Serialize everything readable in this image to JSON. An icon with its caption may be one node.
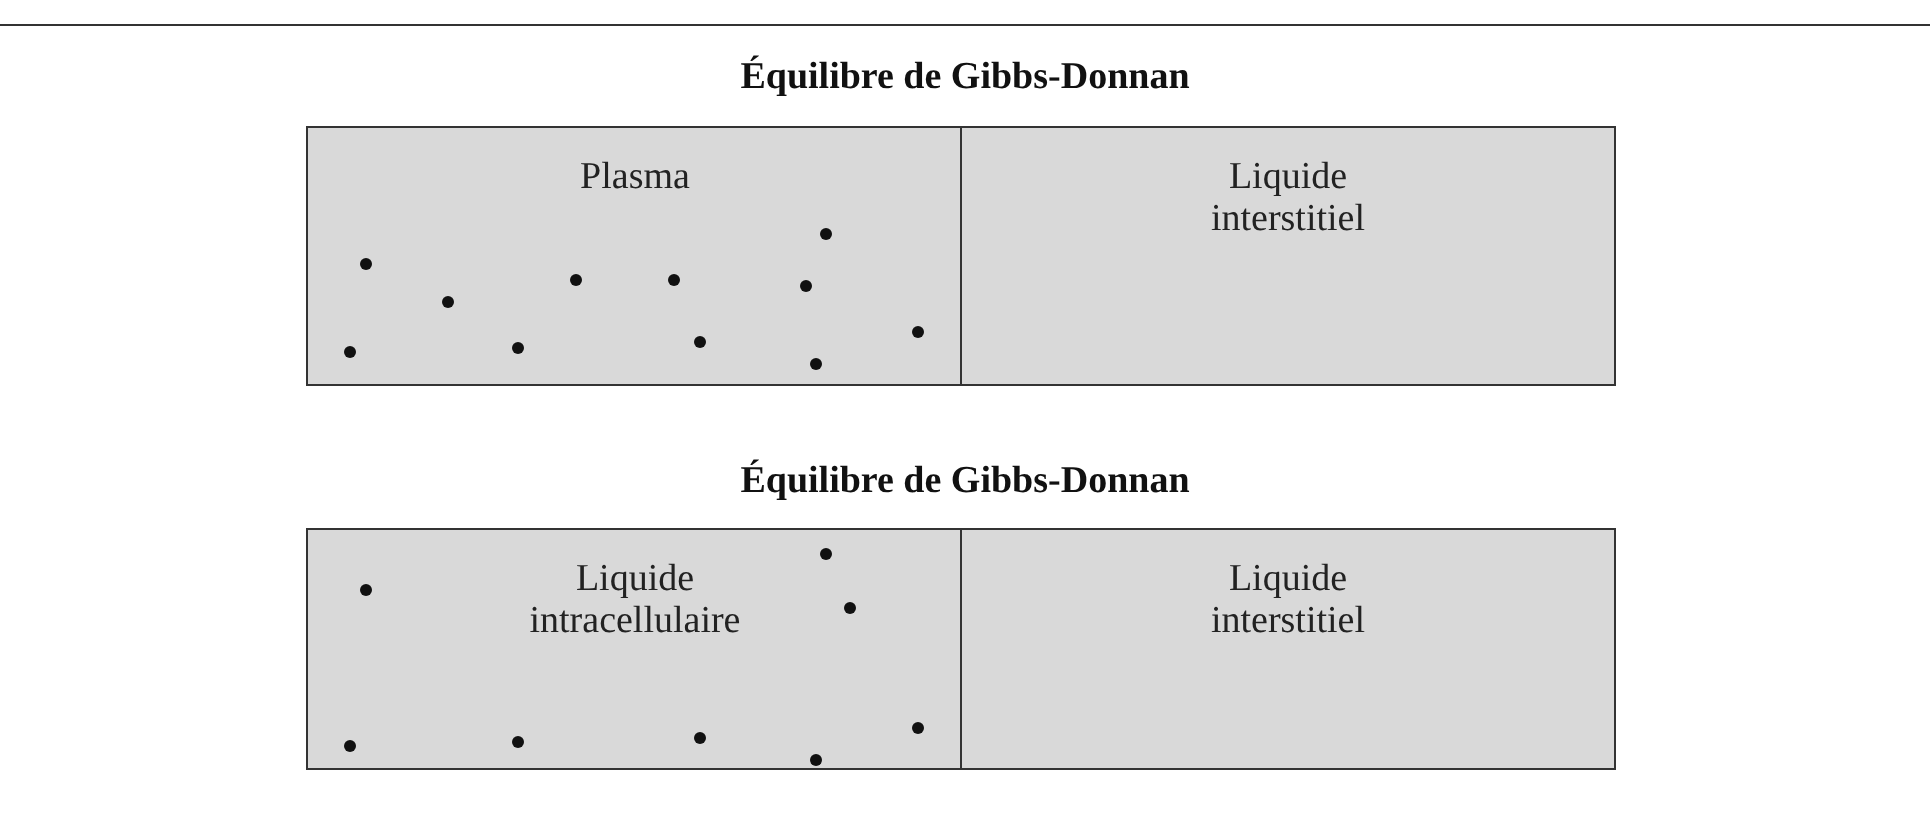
{
  "diagram": {
    "nodes": [
      {
        "text": [
          "Plasma"
        ]
      },
      {
        "text": [
          "Liquide interstitiel"
        ]
      },
      {
        "text": [
          "Liquide intracellulaire"
        ]
      },
      {
        "text": [
          "Liquide interstitiel"
        ]
      }
    ],
    "labels": [
      "Équilibre de Gibbs-Donnan",
      "Équilibre de Gibbs-Donnan"
    ]
  }
}
